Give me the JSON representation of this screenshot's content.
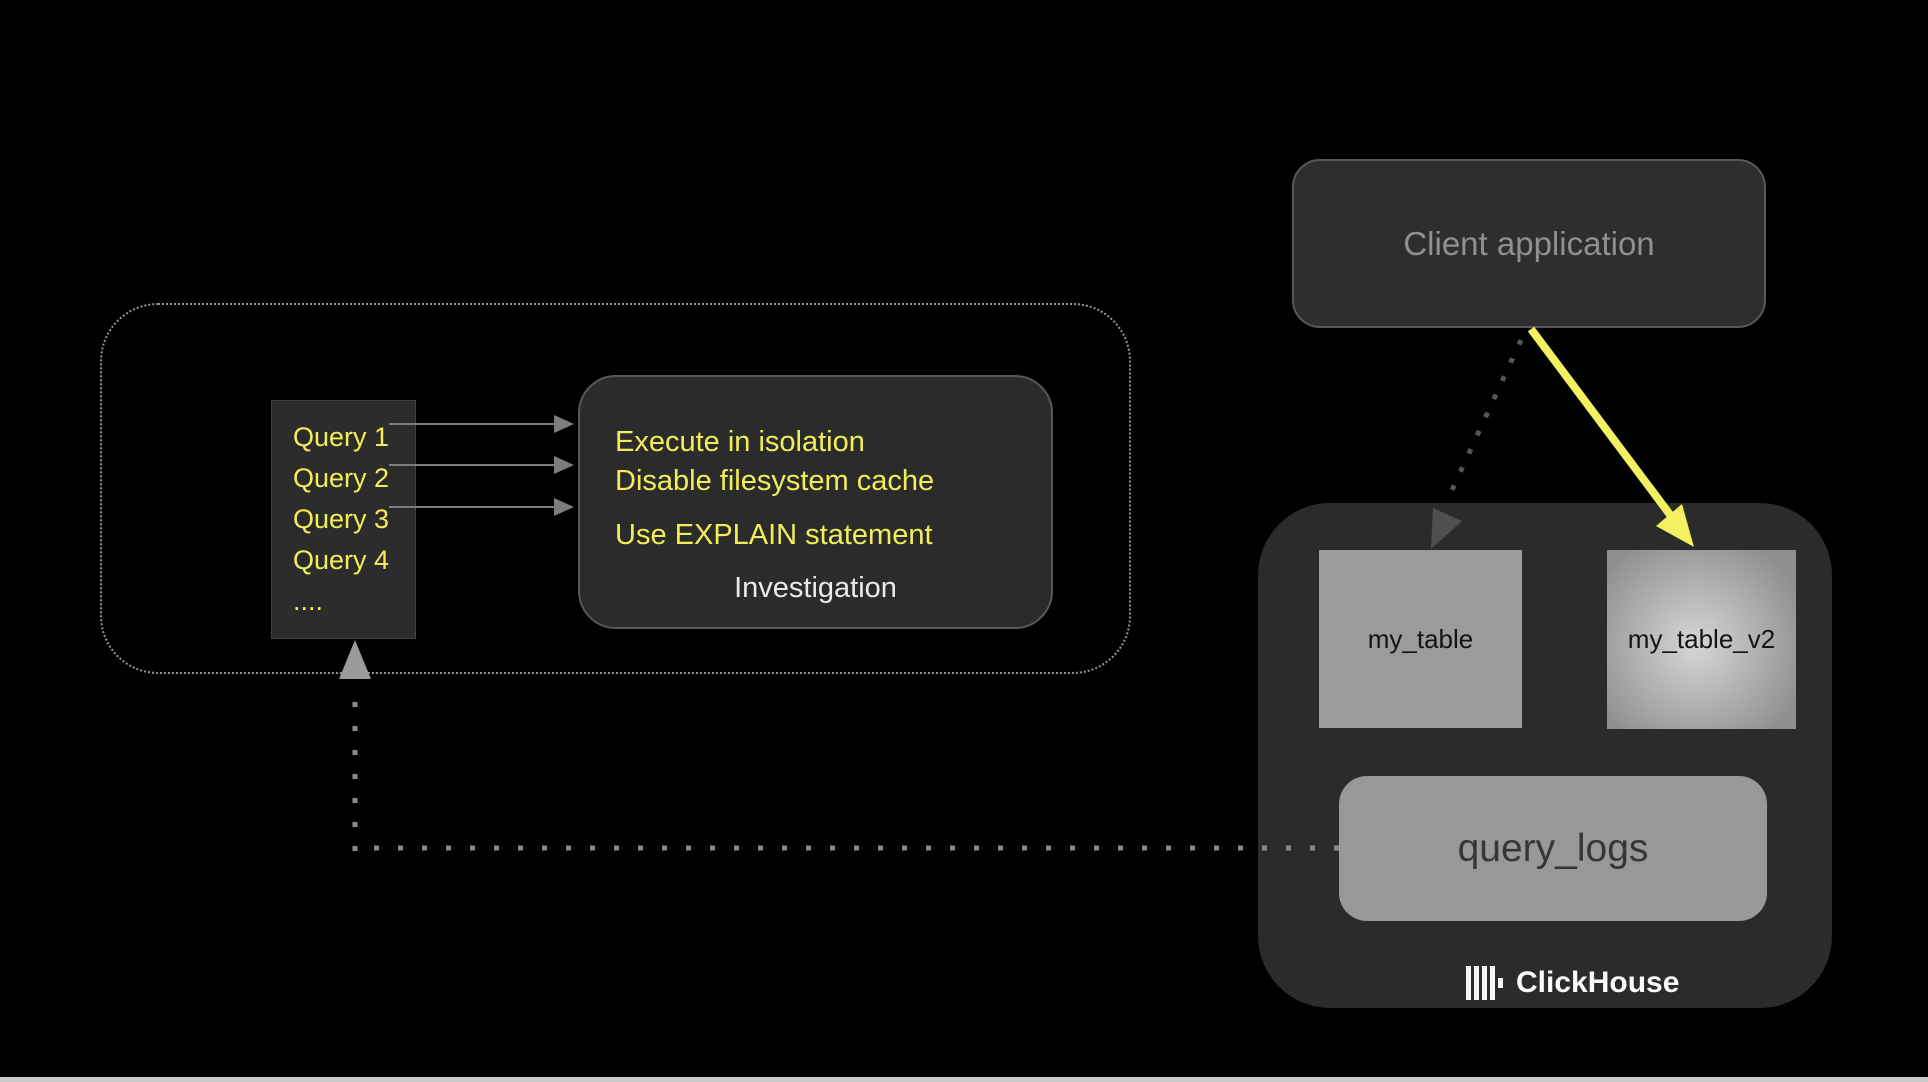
{
  "diagram": {
    "client_app": {
      "label": "Client application"
    },
    "queries": {
      "items": [
        "Query 1",
        "Query 2",
        "Query 3",
        "Query 4",
        "...."
      ]
    },
    "investigation": {
      "tips": [
        "Execute in isolation",
        "Disable filesystem cache",
        "Use EXPLAIN statement"
      ],
      "title": "Investigation"
    },
    "clickhouse": {
      "brand": "ClickHouse",
      "tables": {
        "my_table": "my_table",
        "my_table_v2": "my_table_v2",
        "query_logs": "query_logs"
      }
    },
    "colors": {
      "background": "#000000",
      "box_fill": "#2b2b2b",
      "box_border": "#585858",
      "yellow_accent": "#f1ee58",
      "arrow_yellow": "#f3f160",
      "table_fill": "#9b9b9b",
      "dotted_gray": "#8a8a8a",
      "muted_text": "#909090",
      "bottom_strip": "#c9c9c9"
    }
  }
}
